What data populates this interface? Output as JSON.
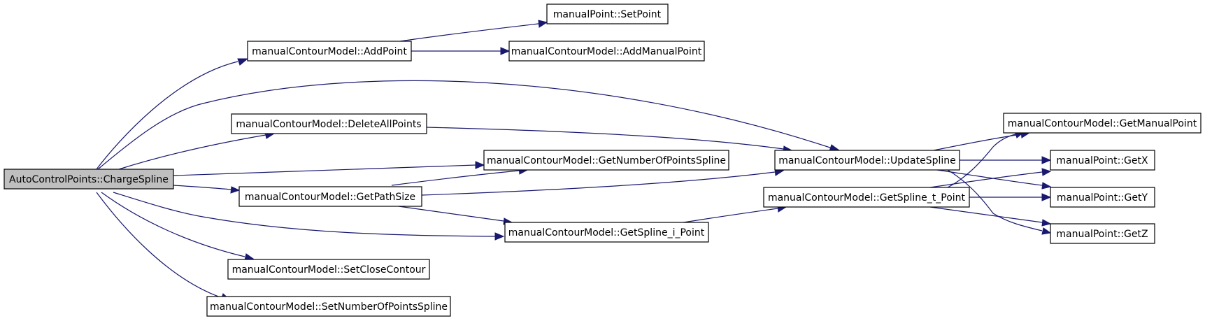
{
  "graph": {
    "colors": {
      "edge": "#191970",
      "root_fill": "#bfbfbf",
      "node_fill": "#ffffff",
      "border": "#000000"
    },
    "nodes": {
      "root": "AutoControlPoints::ChargeSpline",
      "add_point": "manualContourModel::AddPoint",
      "set_point": "manualPoint::SetPoint",
      "add_manual_point": "manualContourModel::AddManualPoint",
      "delete_all_points": "manualContourModel::DeleteAllPoints",
      "get_number_of_points_spline": "manualContourModel::GetNumberOfPointsSpline",
      "get_path_size": "manualContourModel::GetPathSize",
      "get_spline_i_point": "manualContourModel::GetSpline_i_Point",
      "set_close_contour": "manualContourModel::SetCloseContour",
      "set_number_of_points_spline": "manualContourModel::SetNumberOfPointsSpline",
      "update_spline": "manualContourModel::UpdateSpline",
      "get_spline_t_point": "manualContourModel::GetSpline_t_Point",
      "get_manual_point": "manualContourModel::GetManualPoint",
      "get_x": "manualPoint::GetX",
      "get_y": "manualPoint::GetY",
      "get_z": "manualPoint::GetZ"
    },
    "edges": [
      [
        "root",
        "add_point"
      ],
      [
        "root",
        "update_spline"
      ],
      [
        "root",
        "delete_all_points"
      ],
      [
        "root",
        "get_number_of_points_spline"
      ],
      [
        "root",
        "get_path_size"
      ],
      [
        "root",
        "get_spline_i_point"
      ],
      [
        "root",
        "set_close_contour"
      ],
      [
        "root",
        "set_number_of_points_spline"
      ],
      [
        "add_point",
        "set_point"
      ],
      [
        "add_point",
        "add_manual_point"
      ],
      [
        "delete_all_points",
        "update_spline"
      ],
      [
        "get_path_size",
        "get_number_of_points_spline"
      ],
      [
        "get_path_size",
        "update_spline"
      ],
      [
        "get_path_size",
        "get_spline_i_point"
      ],
      [
        "get_spline_i_point",
        "get_spline_t_point"
      ],
      [
        "update_spline",
        "get_manual_point"
      ],
      [
        "update_spline",
        "get_x"
      ],
      [
        "update_spline",
        "get_y"
      ],
      [
        "update_spline",
        "get_z"
      ],
      [
        "get_spline_t_point",
        "get_manual_point"
      ],
      [
        "get_spline_t_point",
        "get_x"
      ],
      [
        "get_spline_t_point",
        "get_y"
      ],
      [
        "get_spline_t_point",
        "get_z"
      ]
    ]
  }
}
